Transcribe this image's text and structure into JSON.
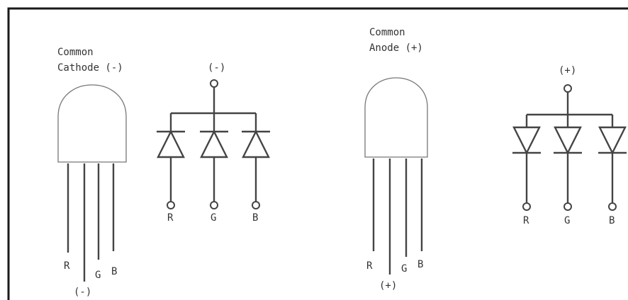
{
  "cathode": {
    "title_line1": "Common",
    "title_line2": "Cathode (-)",
    "common_pin_label": "(-)",
    "pin_r": "R",
    "pin_g": "G",
    "pin_b": "B",
    "schematic_top": "(-)",
    "schematic_r": "R",
    "schematic_g": "G",
    "schematic_b": "B"
  },
  "anode": {
    "title_line1": "Common",
    "title_line2": "Anode (+)",
    "common_pin_label": "(+)",
    "pin_r": "R",
    "pin_g": "G",
    "pin_b": "B",
    "schematic_top": "(+)",
    "schematic_r": "R",
    "schematic_g": "G",
    "schematic_b": "B"
  },
  "colors": {
    "frame": "#1a1a1a",
    "line": "#444444",
    "text": "#333333"
  }
}
